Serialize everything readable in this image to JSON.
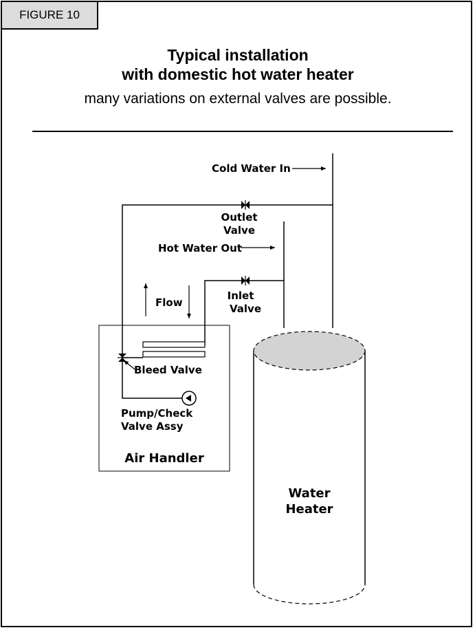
{
  "figure_label": "FIGURE 10",
  "title_line1": "Typical installation",
  "title_line2": "with domestic hot water heater",
  "subtitle": "many variations on external valves are possible.",
  "labels": {
    "cold_water_in": "Cold Water In",
    "outlet_valve_1": "Outlet",
    "outlet_valve_2": "Valve",
    "hot_water_out": "Hot Water Out",
    "flow": "Flow",
    "inlet_valve_1": "Inlet",
    "inlet_valve_2": "Valve",
    "bleed_valve": "Bleed Valve",
    "pump_check_1": "Pump/Check",
    "pump_check_2": "Valve Assy",
    "air_handler": "Air Handler",
    "water_heater_1": "Water",
    "water_heater_2": "Heater"
  },
  "colors": {
    "heater_top_fill": "#d3d3d3",
    "figure_tab_fill": "#dcdcdc"
  }
}
